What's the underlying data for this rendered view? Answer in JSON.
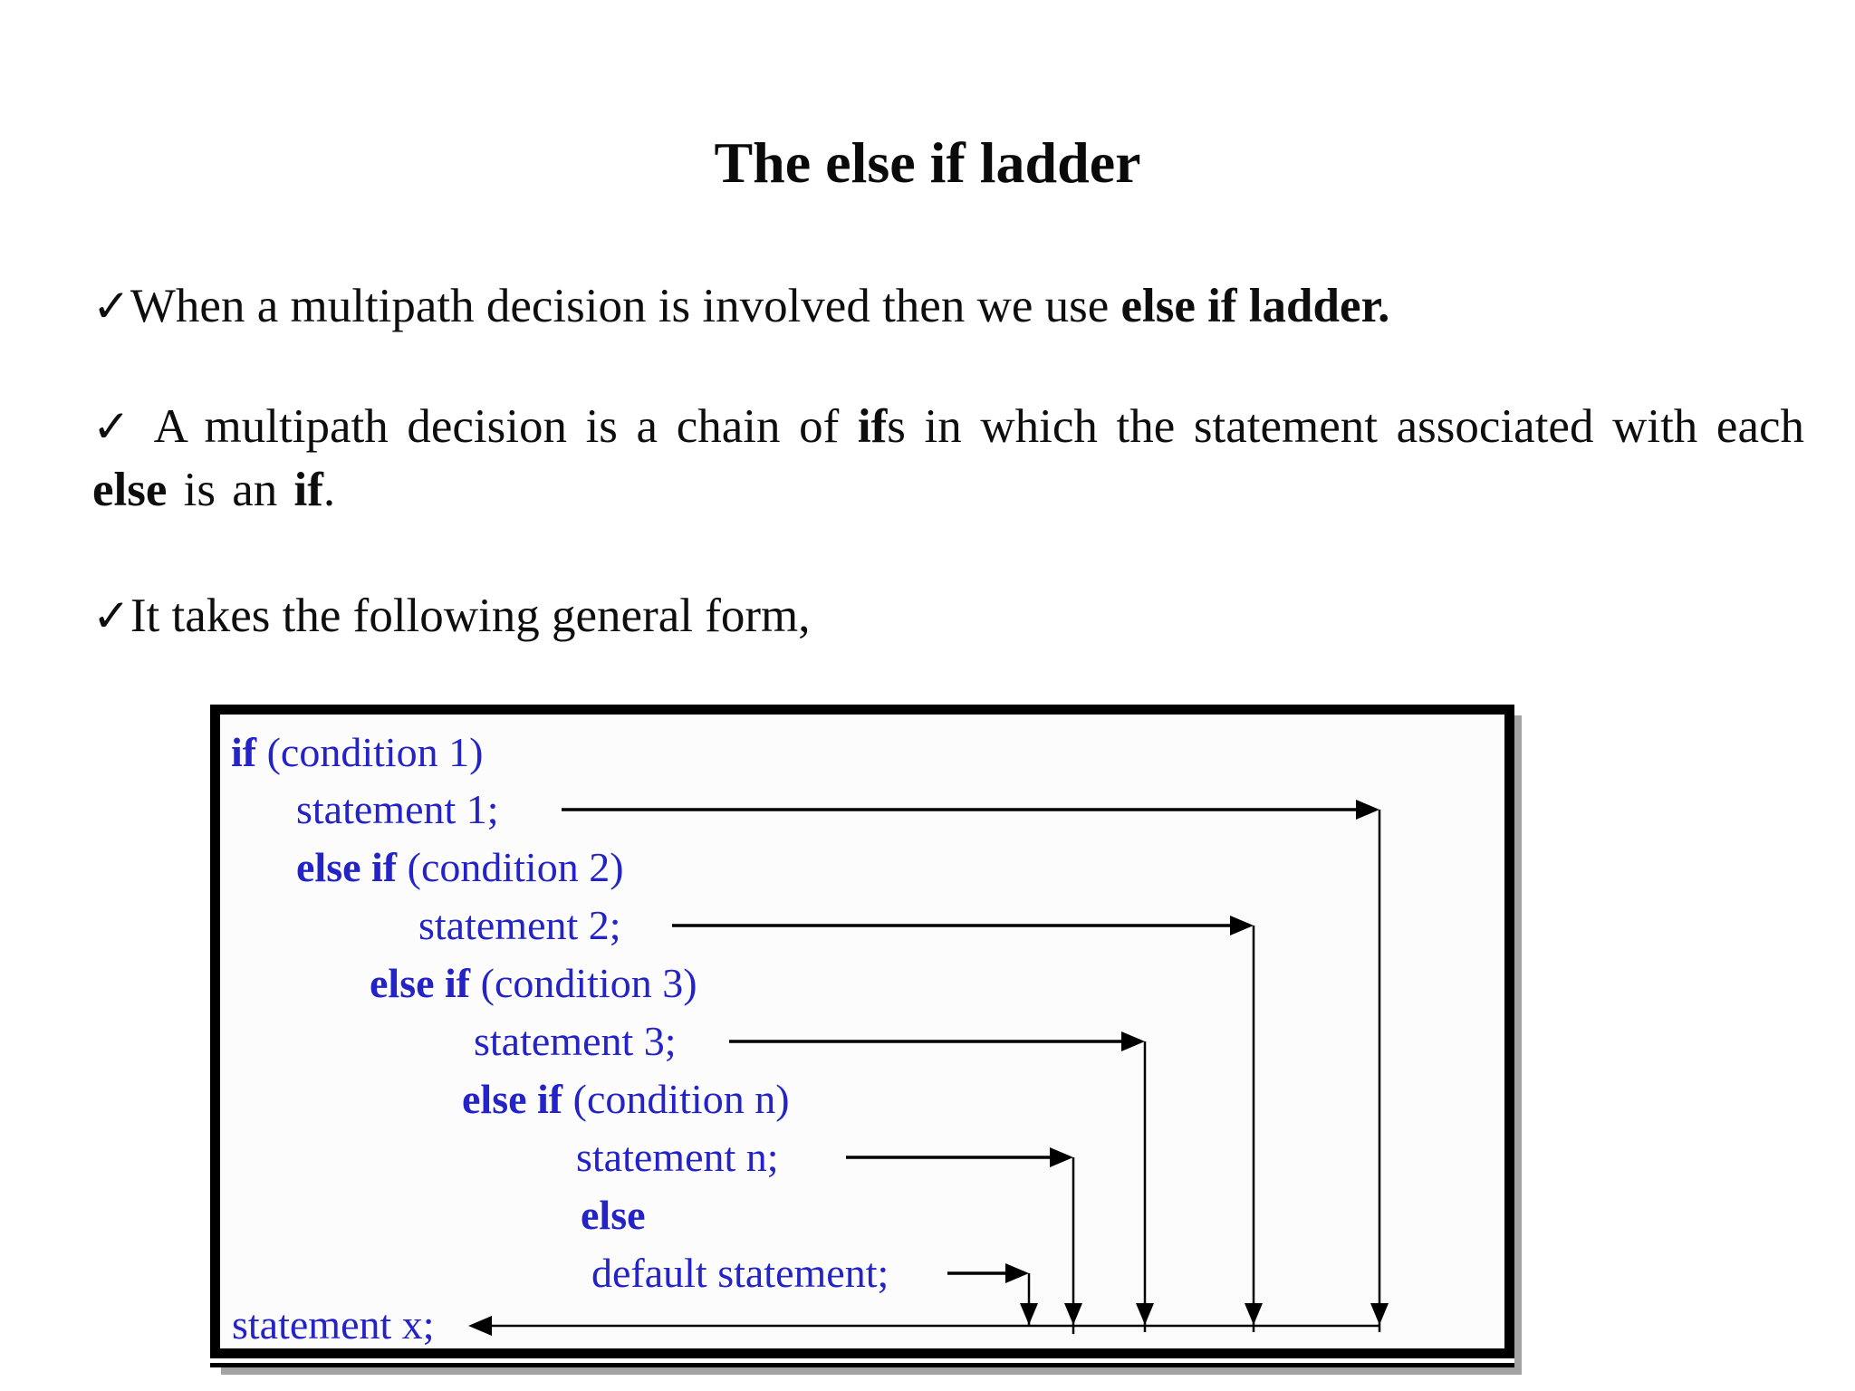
{
  "slide": {
    "title": "The else if ladder",
    "bullets": [
      {
        "mark": "✓",
        "segments": [
          {
            "t": "When a multipath decision is involved then we use "
          },
          {
            "t": "else if ladder.",
            "bold": true
          }
        ]
      },
      {
        "mark": "✓ ",
        "segments": [
          {
            "t": "A multipath decision is a chain of "
          },
          {
            "t": "if",
            "bold": true
          },
          {
            "t": "s in which the statement associated with each "
          },
          {
            "t": "else",
            "bold": true
          },
          {
            "t": " is an "
          },
          {
            "t": "if",
            "bold": true
          },
          {
            "t": "."
          }
        ]
      },
      {
        "mark": "✓",
        "segments": [
          {
            "t": "It takes the following general form,"
          }
        ]
      }
    ]
  },
  "diagram": {
    "rows": [
      {
        "kw": "if",
        "rest": " (condition 1)"
      },
      {
        "kw": "",
        "rest": "statement 1;"
      },
      {
        "kw": "else if",
        "rest": " (condition 2)"
      },
      {
        "kw": "",
        "rest": "statement 2;"
      },
      {
        "kw": "else if",
        "rest": " (condition 3)"
      },
      {
        "kw": "",
        "rest": "statement 3;"
      },
      {
        "kw": "else if",
        "rest": " (condition n)"
      },
      {
        "kw": "",
        "rest": "statement n;"
      },
      {
        "kw": "else",
        "rest": ""
      },
      {
        "kw": "",
        "rest": "default statement;"
      },
      {
        "kw": "",
        "rest": "statement x;"
      }
    ]
  },
  "theme": {
    "code_text_color": "#2323c8",
    "arrow_color": "#000000",
    "frame_border_color": "#000000",
    "frame_shadow_color": "#a3a3a3"
  }
}
